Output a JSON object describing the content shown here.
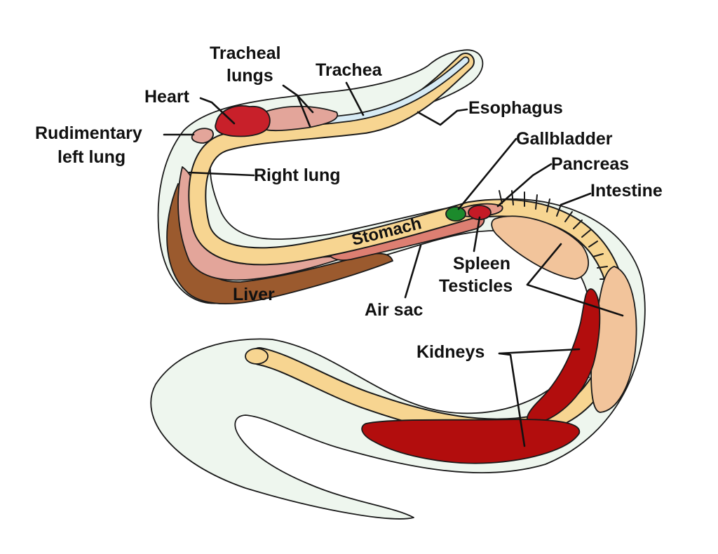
{
  "labels": {
    "tracheal_lungs_1": "Tracheal",
    "tracheal_lungs_2": "lungs",
    "trachea": "Trachea",
    "heart": "Heart",
    "esophagus": "Esophagus",
    "rudimentary_left_lung_1": "Rudimentary",
    "rudimentary_left_lung_2": "left lung",
    "right_lung": "Right lung",
    "gallbladder": "Gallbladder",
    "pancreas": "Pancreas",
    "intestine": "Intestine",
    "stomach": "Stomach",
    "spleen": "Spleen",
    "testicles": "Testicles",
    "liver": "Liver",
    "air_sac": "Air sac",
    "kidneys": "Kidneys"
  },
  "colors": {
    "body_fill": "#eef6ee",
    "digestive_tract": "#f7d591",
    "liver": "#9b5a2e",
    "lung": "#e3a59a",
    "air_sac": "#dd7f72",
    "heart": "#c8202a",
    "kidney": "#b20d0d",
    "testicle": "#f2c49b",
    "gallbladder": "#1c8a2c",
    "spleen": "#c41a26",
    "trachea": "#d7ebf5",
    "outline": "#1a1a1a"
  }
}
